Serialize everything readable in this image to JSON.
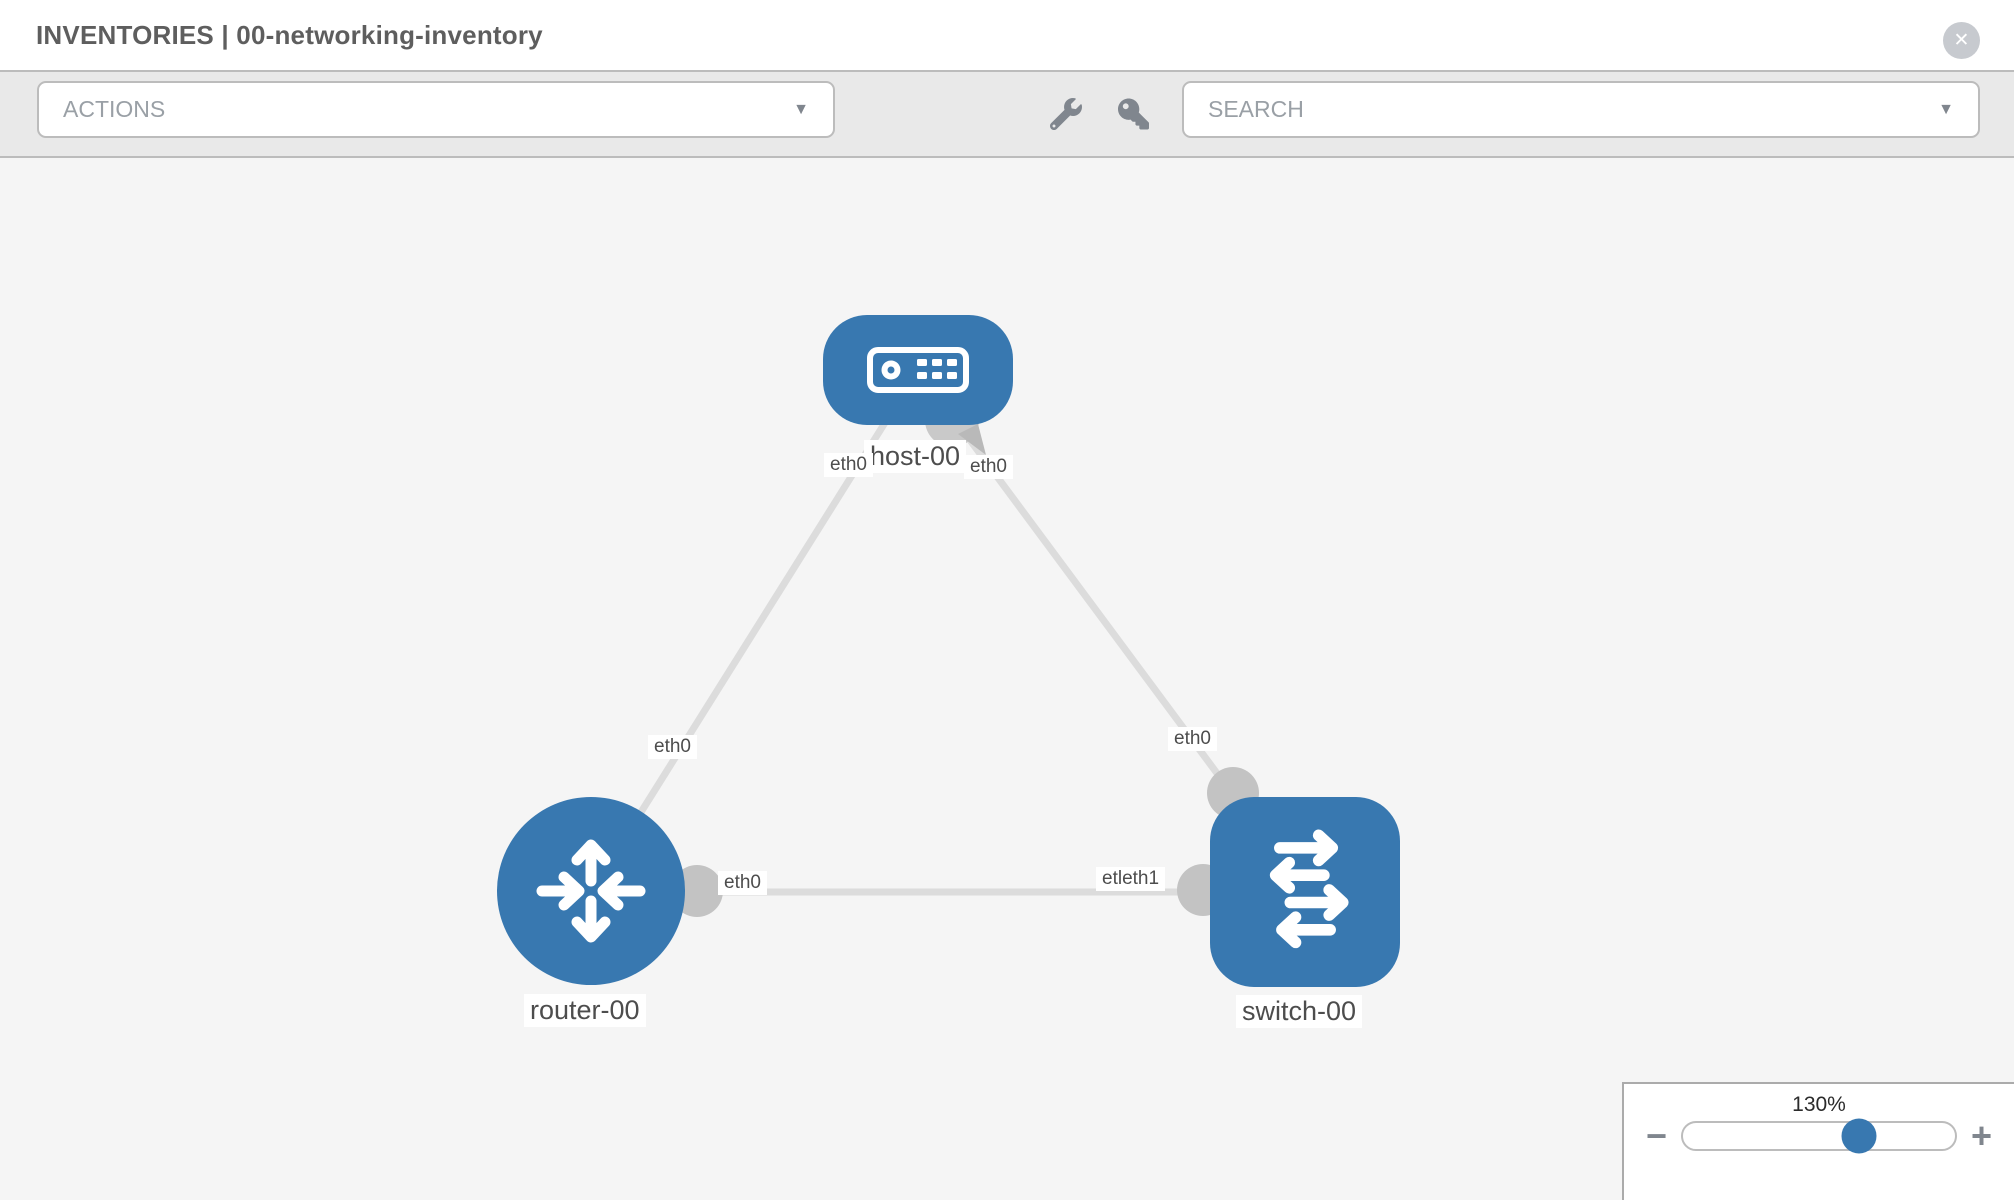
{
  "header": {
    "title": "INVENTORIES | 00-networking-inventory",
    "close_glyph": "✕"
  },
  "toolbar": {
    "actions_label": "ACTIONS",
    "search_placeholder": "SEARCH",
    "caret_glyph": "▼",
    "icons": [
      "wrench-icon",
      "key-icon"
    ]
  },
  "topology": {
    "nodes": [
      {
        "label": "host-00",
        "type": "host",
        "icon": "host-icon"
      },
      {
        "label": "router-00",
        "type": "router",
        "icon": "router-icon"
      },
      {
        "label": "switch-00",
        "type": "switch",
        "icon": "switch-icon"
      }
    ],
    "links": [
      {
        "from": "host-00",
        "to": "router-00",
        "labels": [
          "eth0",
          "eth0"
        ]
      },
      {
        "from": "host-00",
        "to": "switch-00",
        "labels": [
          "eth0",
          "eth0"
        ]
      },
      {
        "from": "router-00",
        "to": "switch-00",
        "labels": [
          "eth0",
          "etleth1"
        ]
      }
    ]
  },
  "zoom_control": {
    "level": "130%",
    "minus_label": "−",
    "plus_label": "+"
  },
  "colors": {
    "node_blue": "#3878b0",
    "link_gray": "#dcdcdc",
    "interface_gray": "#c3c3c3",
    "canvas_bg": "#f5f5f5",
    "toolbar_bg": "#e9e9e9"
  }
}
